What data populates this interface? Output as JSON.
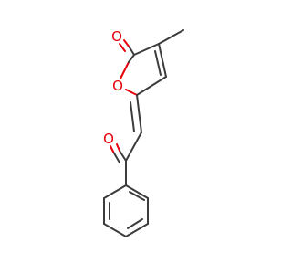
{
  "molecule": {
    "atom_labels": {
      "carbonyl_oxygen_ring": "O",
      "ring_oxygen": "O",
      "ketone_oxygen": "O"
    },
    "colors": {
      "bond": "#3c3c3c",
      "heteroatom": "#e8000b",
      "background": "#ffffff"
    }
  }
}
